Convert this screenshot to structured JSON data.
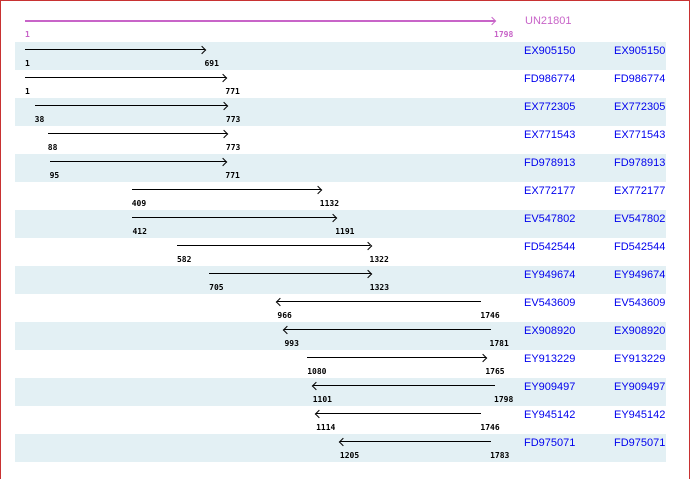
{
  "reference": {
    "name": "UN21801",
    "start": 1,
    "end": 1798,
    "color": "#c864c8"
  },
  "row_shade_color": "#e3f0f4",
  "link_color": "#0000ee",
  "alignments": [
    {
      "name": "EX905150",
      "link": "EX905150",
      "start": 1,
      "end": 691,
      "strand": "+"
    },
    {
      "name": "FD986774",
      "link": "FD986774",
      "start": 1,
      "end": 771,
      "strand": "+"
    },
    {
      "name": "EX772305",
      "link": "EX772305",
      "start": 38,
      "end": 773,
      "strand": "+"
    },
    {
      "name": "EX771543",
      "link": "EX771543",
      "start": 88,
      "end": 773,
      "strand": "+"
    },
    {
      "name": "FD978913",
      "link": "FD978913",
      "start": 95,
      "end": 771,
      "strand": "+"
    },
    {
      "name": "EX772177",
      "link": "EX772177",
      "start": 409,
      "end": 1132,
      "strand": "+"
    },
    {
      "name": "EV547802",
      "link": "EV547802",
      "start": 412,
      "end": 1191,
      "strand": "+"
    },
    {
      "name": "FD542544",
      "link": "FD542544",
      "start": 582,
      "end": 1322,
      "strand": "+"
    },
    {
      "name": "EY949674",
      "link": "EY949674",
      "start": 705,
      "end": 1323,
      "strand": "+"
    },
    {
      "name": "EV543609",
      "link": "EV543609",
      "start": 966,
      "end": 1746,
      "strand": "-"
    },
    {
      "name": "EX908920",
      "link": "EX908920",
      "start": 993,
      "end": 1781,
      "strand": "-"
    },
    {
      "name": "EY913229",
      "link": "EY913229",
      "start": 1080,
      "end": 1765,
      "strand": "+"
    },
    {
      "name": "EY909497",
      "link": "EY909497",
      "start": 1101,
      "end": 1798,
      "strand": "-"
    },
    {
      "name": "EY945142",
      "link": "EY945142",
      "start": 1114,
      "end": 1746,
      "strand": "-"
    },
    {
      "name": "FD975071",
      "link": "FD975071",
      "start": 1205,
      "end": 1783,
      "strand": "-"
    }
  ]
}
